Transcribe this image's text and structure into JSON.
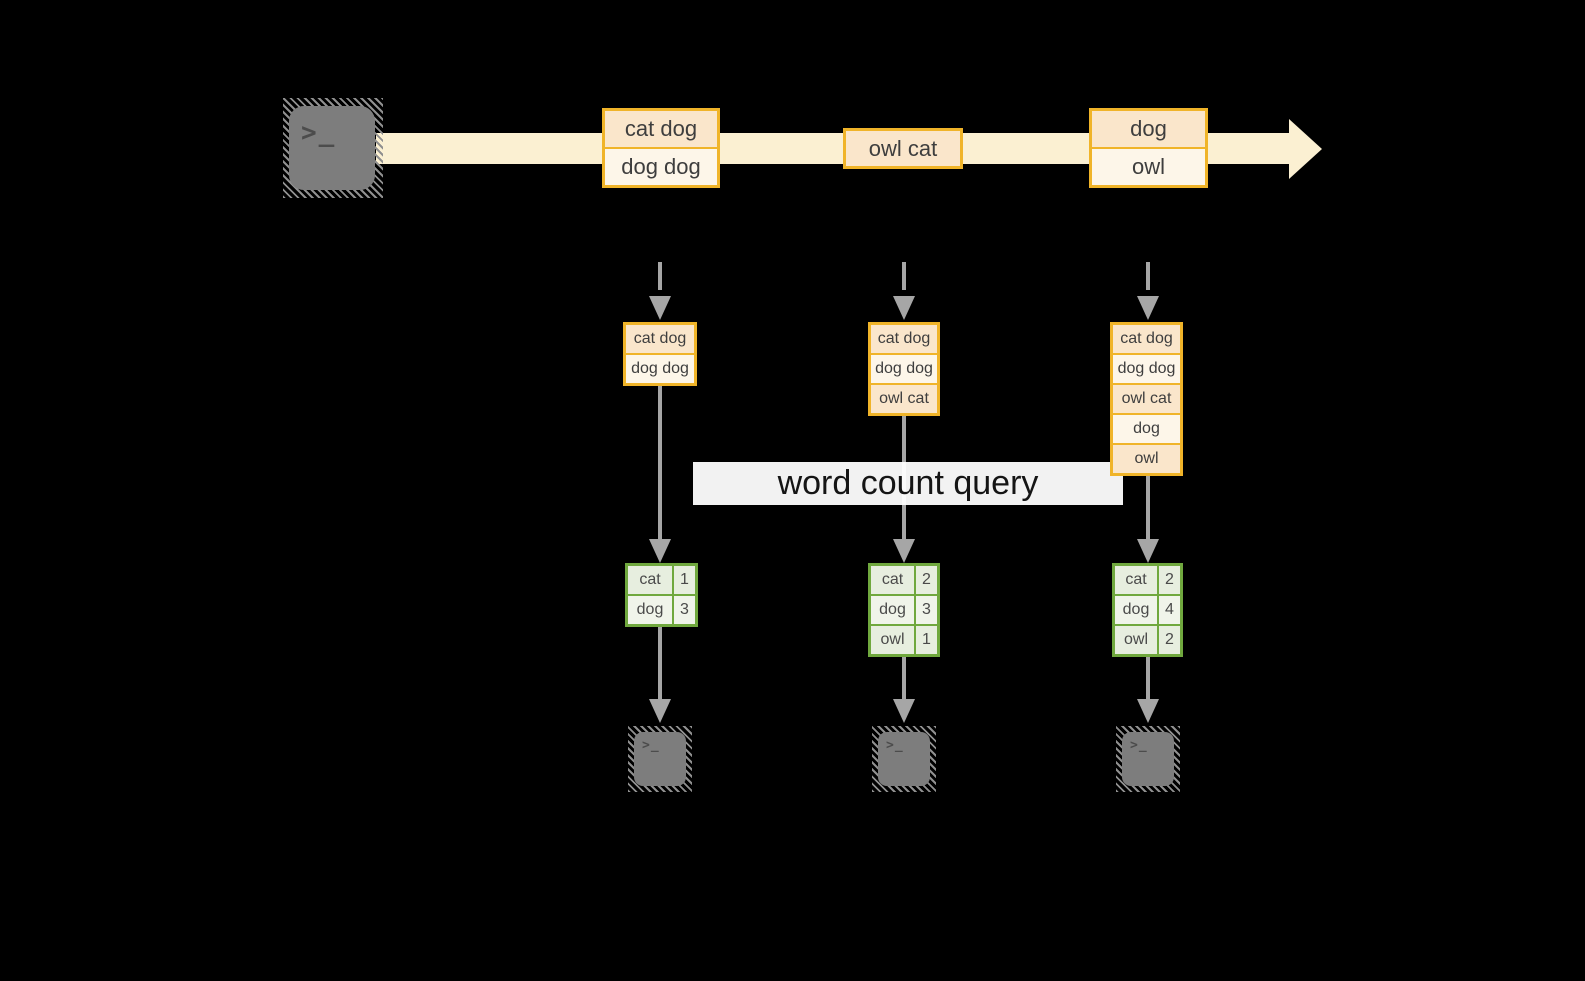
{
  "stream": {
    "events": [
      {
        "lines": [
          "cat dog",
          "dog dog"
        ]
      },
      {
        "lines": [
          "owl cat"
        ]
      },
      {
        "lines": [
          "dog",
          "owl"
        ]
      }
    ]
  },
  "columns": [
    {
      "state": [
        "cat dog",
        "dog dog"
      ],
      "counts": [
        {
          "word": "cat",
          "value": "1"
        },
        {
          "word": "dog",
          "value": "3"
        }
      ]
    },
    {
      "state": [
        "cat dog",
        "dog dog",
        "owl cat"
      ],
      "counts": [
        {
          "word": "cat",
          "value": "2"
        },
        {
          "word": "dog",
          "value": "3"
        },
        {
          "word": "owl",
          "value": "1"
        }
      ]
    },
    {
      "state": [
        "cat dog",
        "dog dog",
        "owl cat",
        "dog",
        "owl"
      ],
      "counts": [
        {
          "word": "cat",
          "value": "2"
        },
        {
          "word": "dog",
          "value": "4"
        },
        {
          "word": "owl",
          "value": "2"
        }
      ]
    }
  ],
  "query": {
    "label": "word count query"
  },
  "terminal": {
    "prompt": ">_"
  },
  "colors": {
    "background": "#000000",
    "stream_band": "#FBF0D2",
    "event_border": "#F0B429",
    "event_fill_odd": "#FAE6CB",
    "event_fill_even": "#FDF6E9",
    "table_border": "#70A83E",
    "table_fill_odd": "#E7EEDF",
    "table_fill_even": "#F0F4EA",
    "arrow_gray": "#A6A6A6",
    "terminal_gray": "#7D7D7D",
    "banner_bg": "#FFFFFF"
  }
}
